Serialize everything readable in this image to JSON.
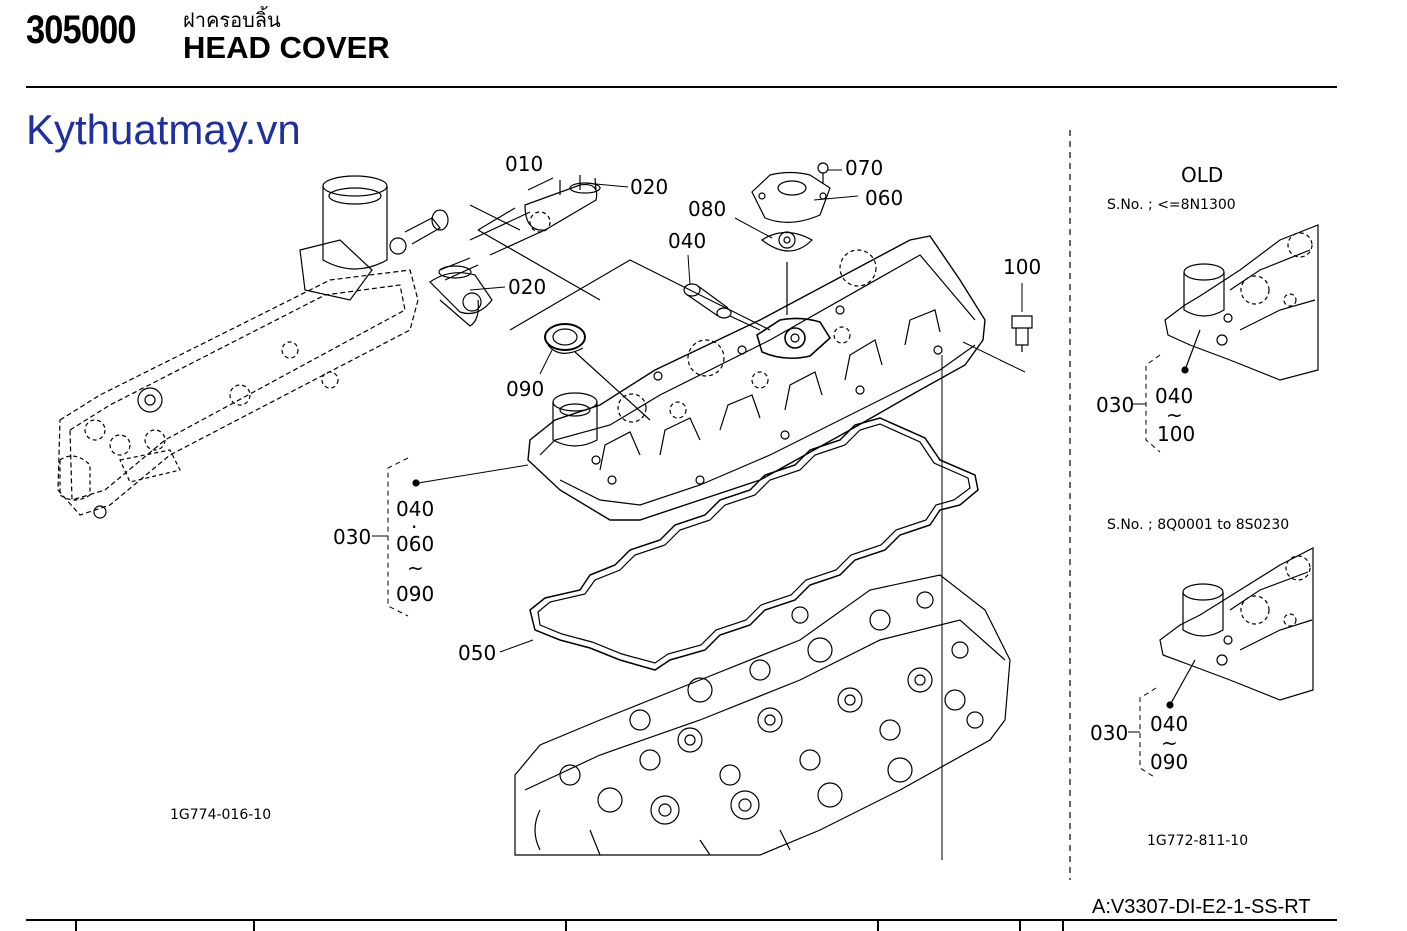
{
  "header": {
    "section_number": "305000",
    "title_thai": "ฝาครอบลิ้น",
    "title_en": "HEAD COVER"
  },
  "watermark": "Kythuatmay.vn",
  "main_diagram": {
    "drawing_code": "1G774-016-10",
    "callouts": {
      "c010": "010",
      "c020a": "020",
      "c020b": "020",
      "c070": "070",
      "c060": "060",
      "c080": "080",
      "c040": "040",
      "c100": "100",
      "c090": "090",
      "c050": "050"
    },
    "assembly": {
      "parent": "030",
      "range_start": "040",
      "dot": "·",
      "range_mid": "060",
      "tilde": "~",
      "range_end": "090"
    }
  },
  "side_panel": {
    "heading": "OLD",
    "variants": [
      {
        "serial": "S.No. ; <=8N1300",
        "parent": "030",
        "range_start": "040",
        "tilde": "~",
        "range_end": "100"
      },
      {
        "serial": "S.No. ; 8Q0001 to 8S0230",
        "parent": "030",
        "range_start": "040",
        "tilde": "~",
        "range_end": "090"
      }
    ],
    "drawing_code": "1G772-811-10"
  },
  "footer": {
    "model_code": "A:V3307-DI-E2-1-SS-RT"
  }
}
